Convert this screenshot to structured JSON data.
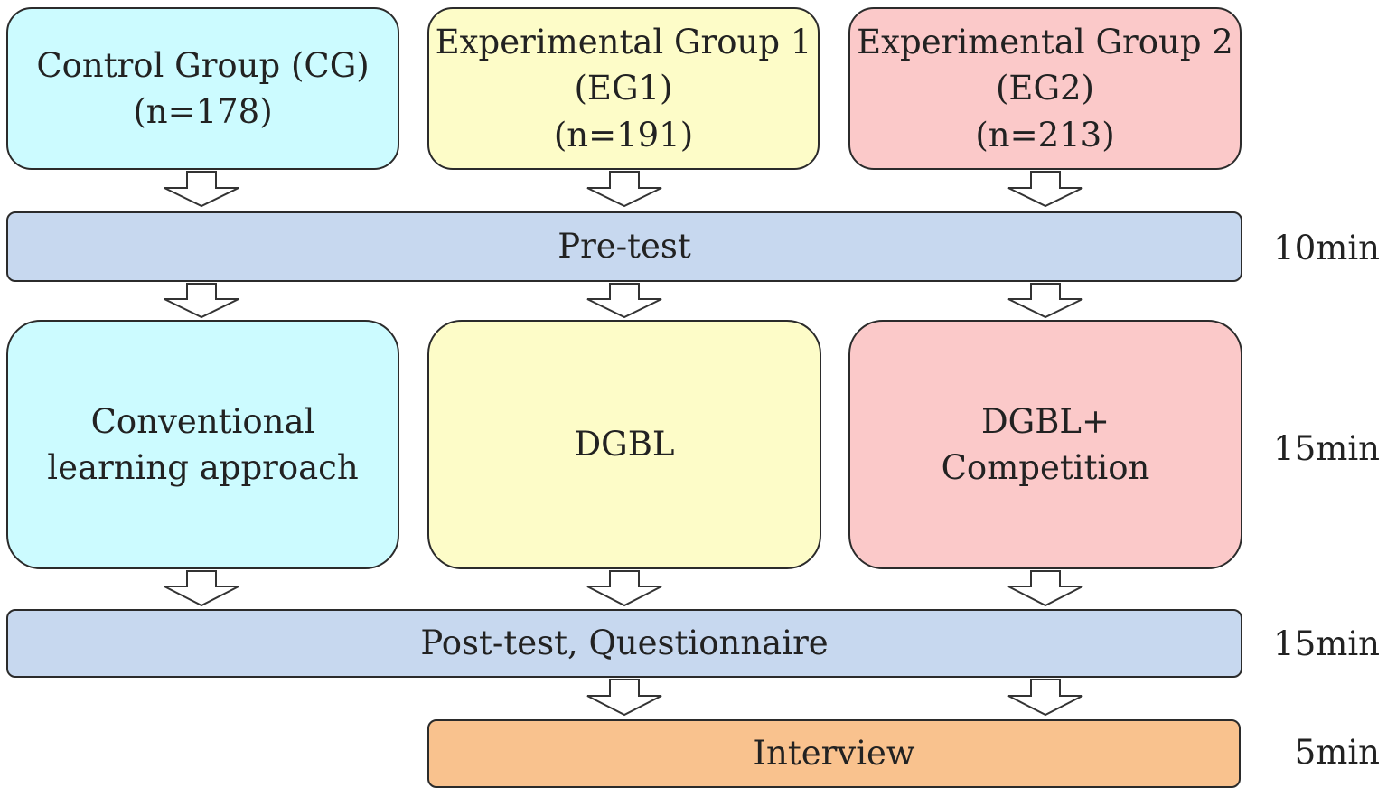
{
  "groups": [
    {
      "label": "Control Group (CG)\n(n=178)"
    },
    {
      "label": "Experimental Group 1\n(EG1)\n(n=191)"
    },
    {
      "label": "Experimental Group 2\n(EG2)\n(n=213)"
    }
  ],
  "pretest": {
    "label": "Pre-test",
    "time": "10min"
  },
  "treatments": [
    {
      "label": "Conventional\nlearning approach"
    },
    {
      "label": "DGBL"
    },
    {
      "label": "DGBL+\nCompetition"
    }
  ],
  "treatment_time": "15min",
  "posttest": {
    "label": "Post-test, Questionnaire",
    "time": "15min"
  },
  "interview": {
    "label": "Interview",
    "time": "5min"
  },
  "colors": {
    "control": "#ccfbff",
    "experimental_1": "#fdfcc8",
    "experimental_2": "#fbc9c9",
    "test_bar": "#c7d8ef",
    "interview": "#f9c28e",
    "border": "#2b2b2b"
  }
}
